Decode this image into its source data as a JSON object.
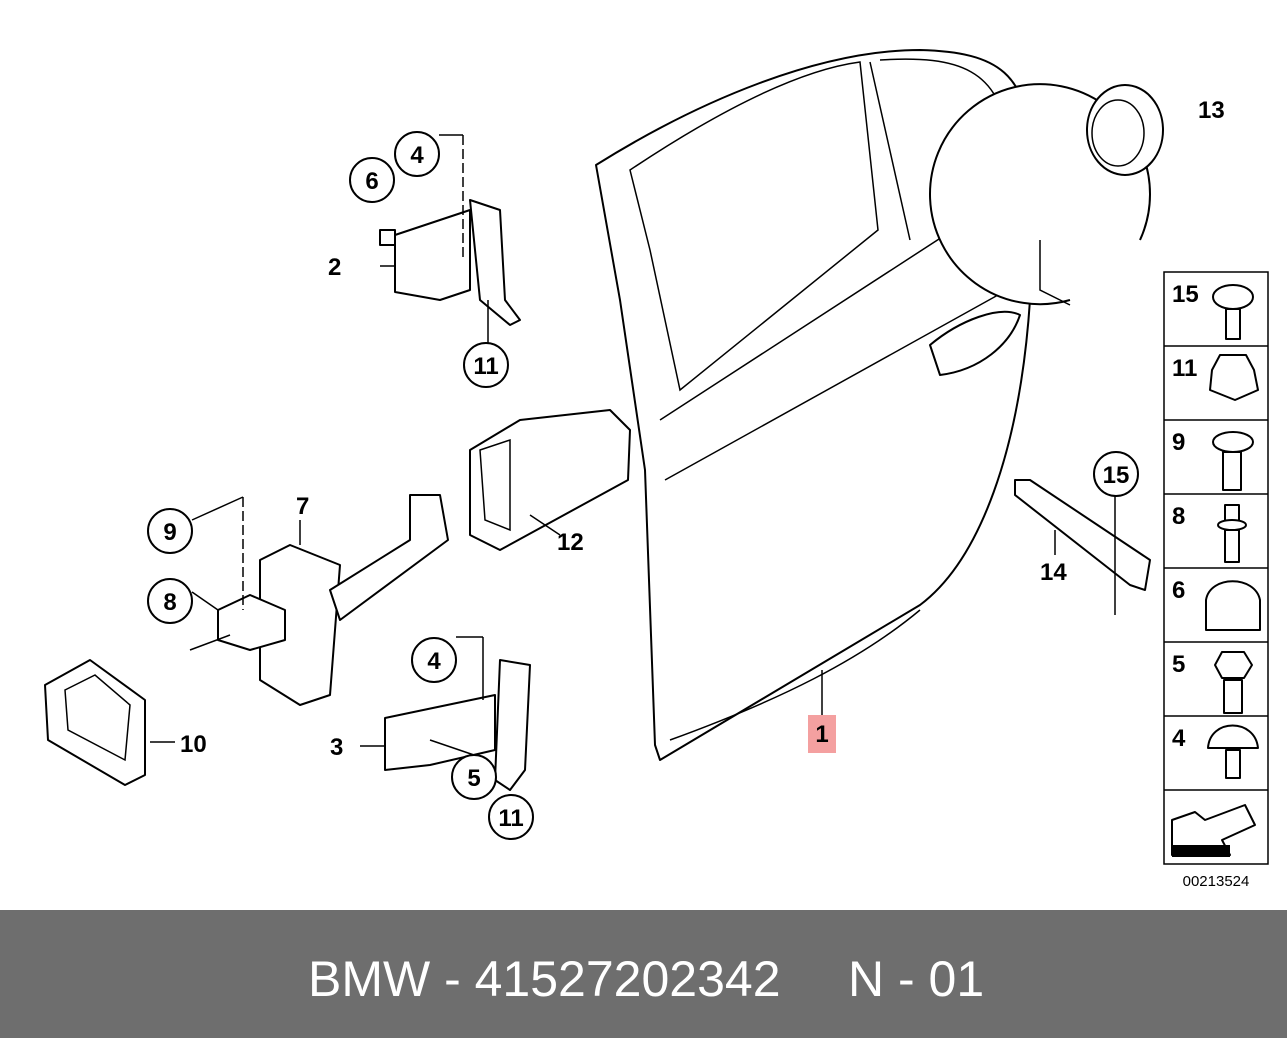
{
  "diagram": {
    "callouts": {
      "c1": "1",
      "c2": "2",
      "c3": "3",
      "c4a": "4",
      "c4b": "4",
      "c5": "5",
      "c6": "6",
      "c7": "7",
      "c8": "8",
      "c9": "9",
      "c10": "10",
      "c11a": "11",
      "c11b": "11",
      "c12": "12",
      "c13": "13",
      "c14": "14",
      "c15": "15"
    },
    "legend": [
      "15",
      "11",
      "9",
      "8",
      "6",
      "5",
      "4"
    ],
    "drawing_number": "00213524",
    "highlight_color": "#f4a0a0"
  },
  "footer": {
    "brand_part": "BMW - 41527202342",
    "position": "N - 01"
  }
}
